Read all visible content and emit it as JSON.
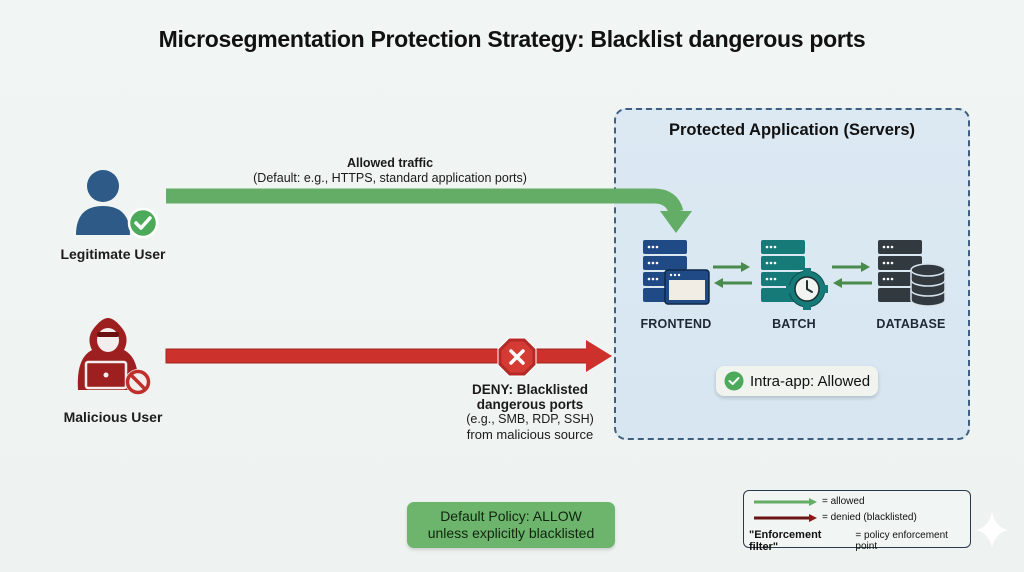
{
  "title": "Microsegmentation Protection Strategy: Blacklist dangerous ports",
  "actors": {
    "legitimate": {
      "label": "Legitimate User",
      "icon": "user-check-icon",
      "color": "#2d5a87",
      "badge_color": "#4caa5a"
    },
    "malicious": {
      "label": "Malicious User",
      "icon": "hacker-icon",
      "color": "#9d1f1f",
      "badge_color": "#c0302a"
    }
  },
  "flows": {
    "allowed": {
      "title": "Allowed traffic",
      "subtitle": "(Default: e.g., HTTPS, standard application ports)",
      "color": "#63ad66"
    },
    "denied": {
      "title_line1": "DENY: Blacklisted",
      "title_line2": "dangerous ports",
      "examples": "(e.g., SMB, RDP, SSH)",
      "source": "from malicious source",
      "color": "#cc312c",
      "filter_icon": "stop-x-icon"
    }
  },
  "protected_app": {
    "title": "Protected Application (Servers)",
    "servers": [
      {
        "label": "FRONTEND",
        "icon": "server-window-icon",
        "color": "#1f4a86"
      },
      {
        "label": "BATCH",
        "icon": "server-clock-icon",
        "color": "#167b78"
      },
      {
        "label": "DATABASE",
        "icon": "server-database-icon",
        "color": "#323a3f"
      }
    ],
    "intra_badge": "Intra-app: Allowed"
  },
  "policy": {
    "line1": "Default Policy: ALLOW",
    "line2": "unless explicitly blacklisted"
  },
  "legend": {
    "allowed": "= allowed",
    "denied": "= denied (blacklisted)",
    "filter_term": "\"Enforcement filter\"",
    "filter_desc": "= policy enforcement point"
  },
  "colors": {
    "allowed": "#63ad66",
    "denied": "#cc312c",
    "legend_denied": "#6a1414",
    "app_border": "#3f5f7f"
  }
}
